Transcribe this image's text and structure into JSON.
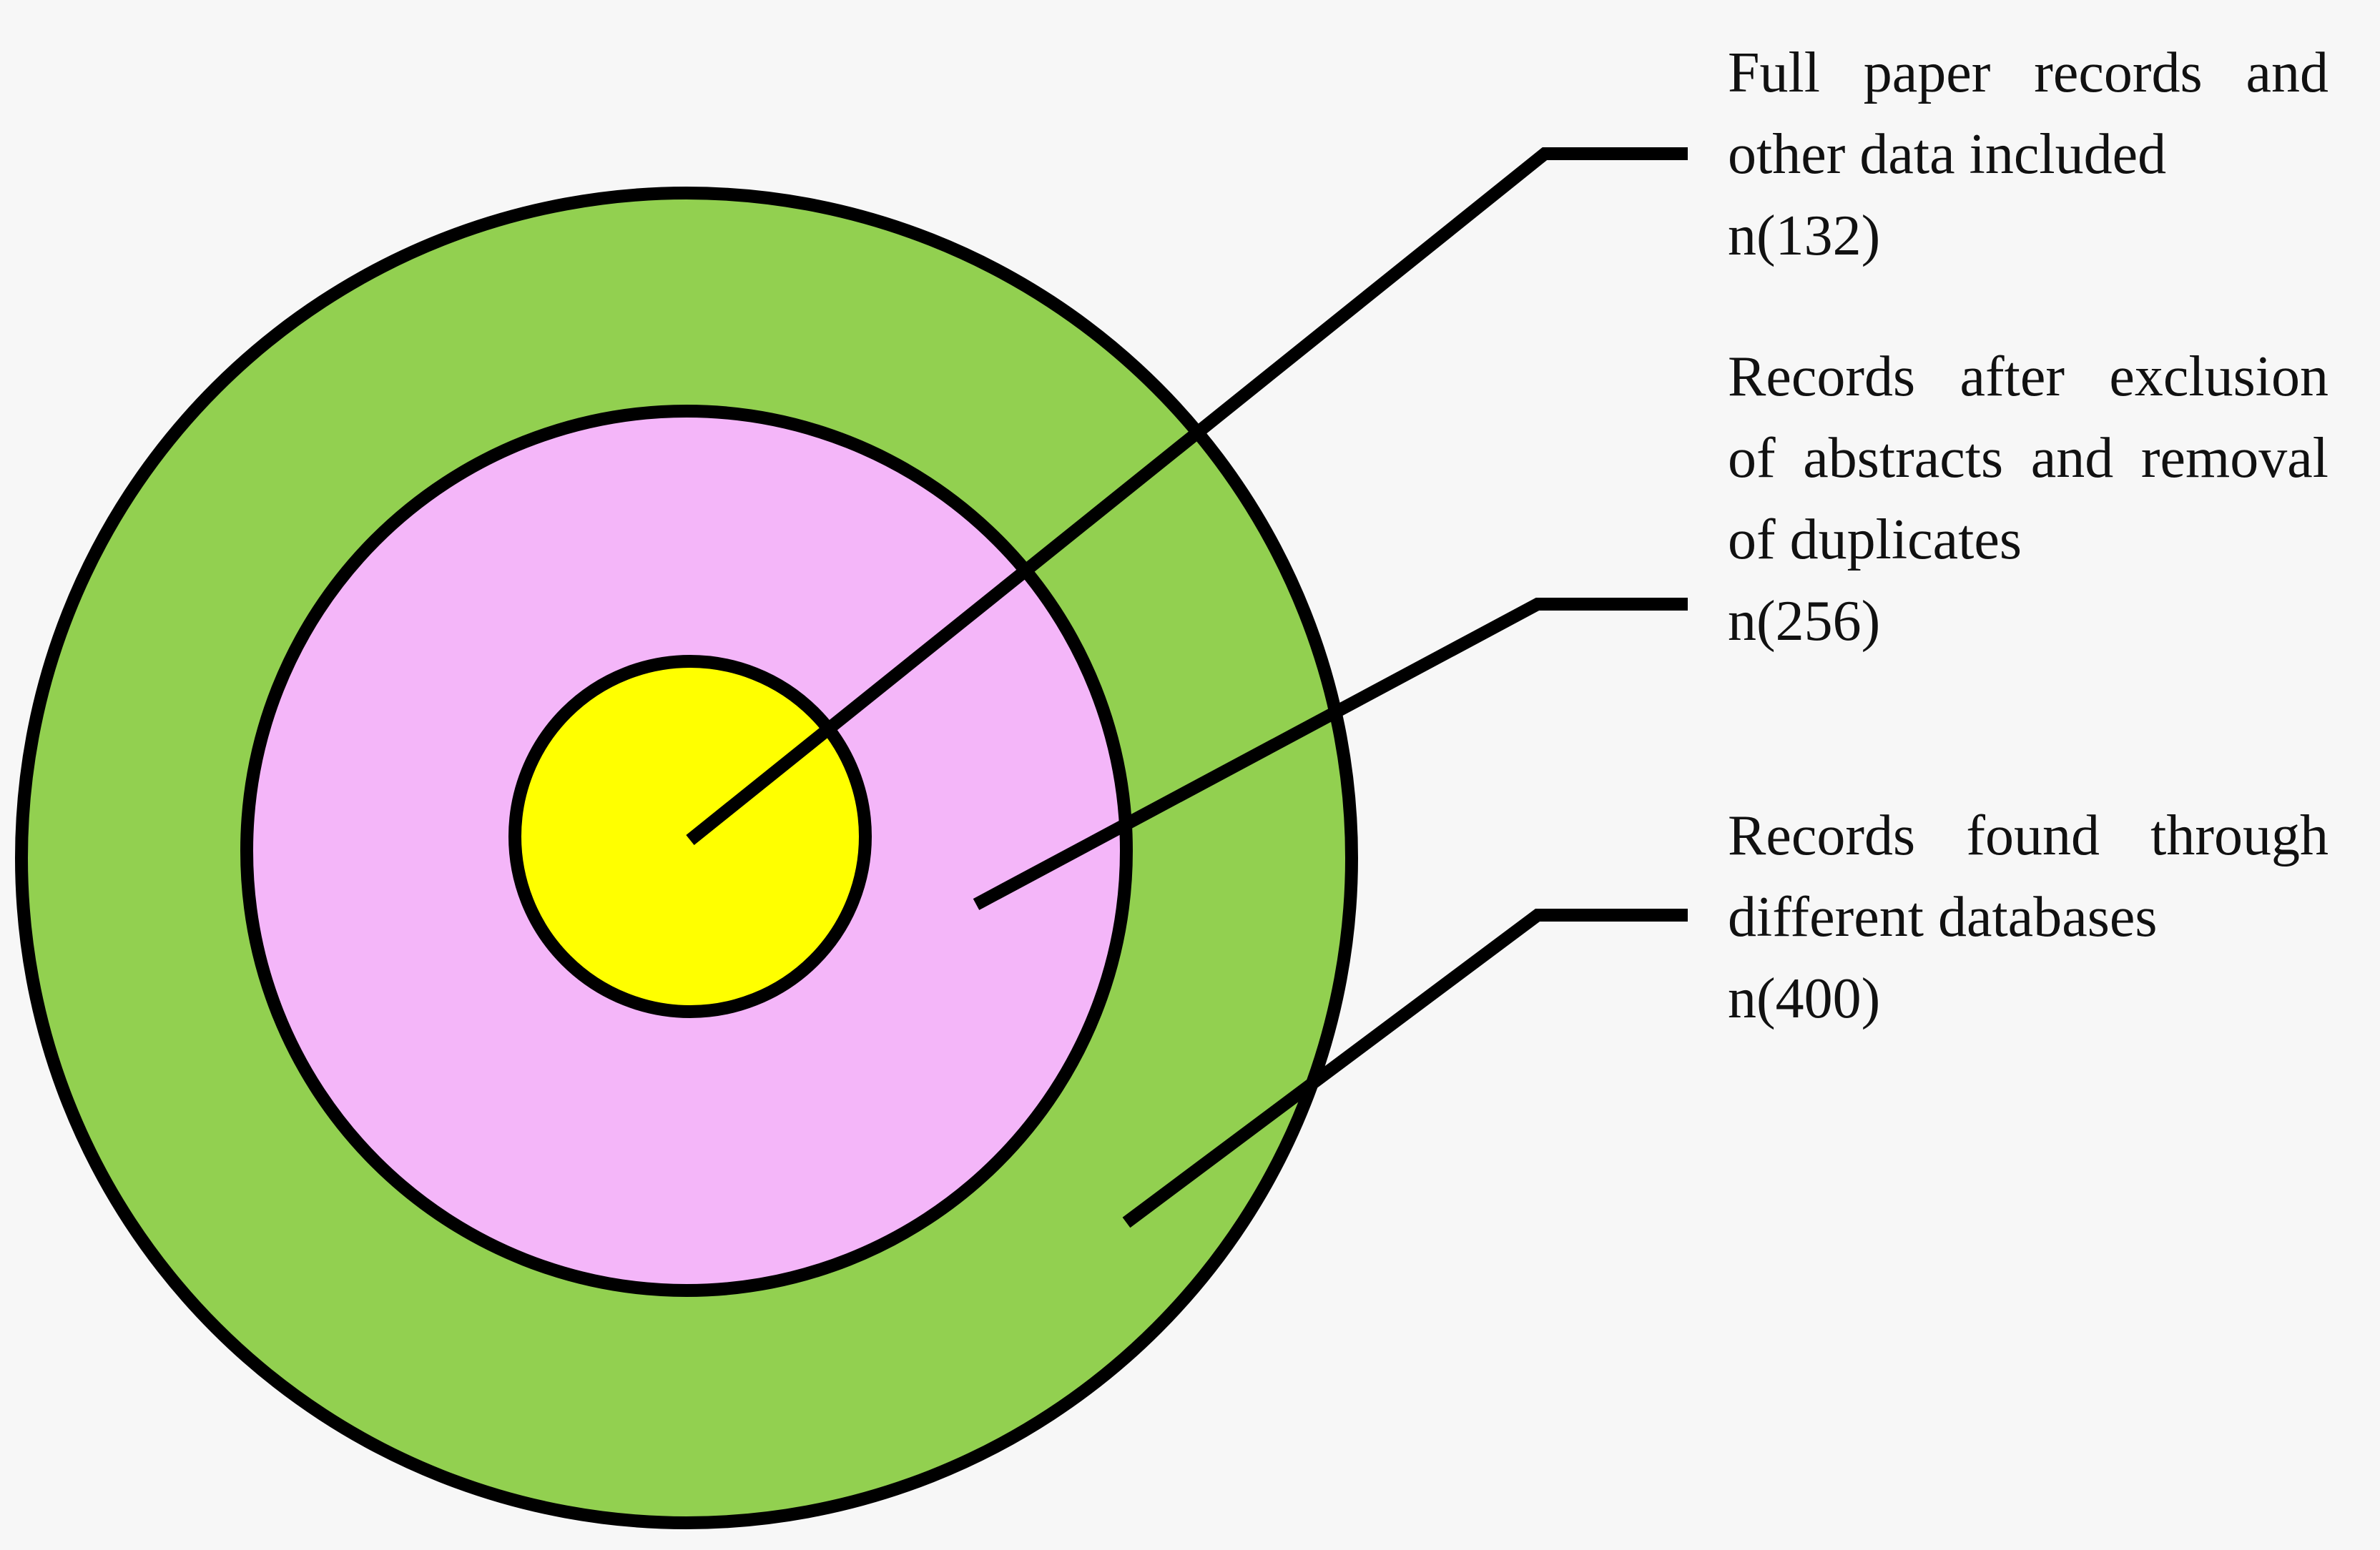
{
  "diagram": {
    "type": "concentric-circles",
    "colors": {
      "background": "#f7f7f7",
      "outer_ring": "#92d050",
      "middle_ring": "#f4b6f9",
      "inner_circle": "#ffff00",
      "stroke": "#000000"
    },
    "rings": [
      {
        "id": "inner",
        "text": "Full paper records and other data included",
        "count": "n(132)"
      },
      {
        "id": "middle",
        "text": "Records after exclusion of abstracts and removal of duplicates",
        "count": "n(256)"
      },
      {
        "id": "outer",
        "text": "Records found through different databases",
        "count": "n(400)"
      }
    ]
  }
}
